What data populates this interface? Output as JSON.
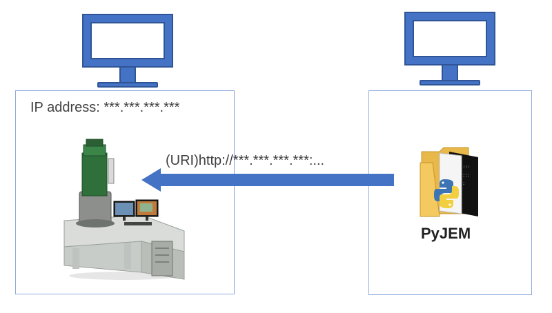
{
  "left_panel": {
    "ip_label": "IP address: ***.***.***.***"
  },
  "arrow": {
    "uri_label": "(URI)http://***.***.***.***:...",
    "color": "#4472c4"
  },
  "right_panel": {
    "app_label": "PyJEM"
  },
  "icons": {
    "monitor": "monitor-icon",
    "microscope": "electron-microscope-icon",
    "folder": "python-folder-icon"
  },
  "colors": {
    "monitor": "#4472c4",
    "panel_border": "#8faadc"
  }
}
